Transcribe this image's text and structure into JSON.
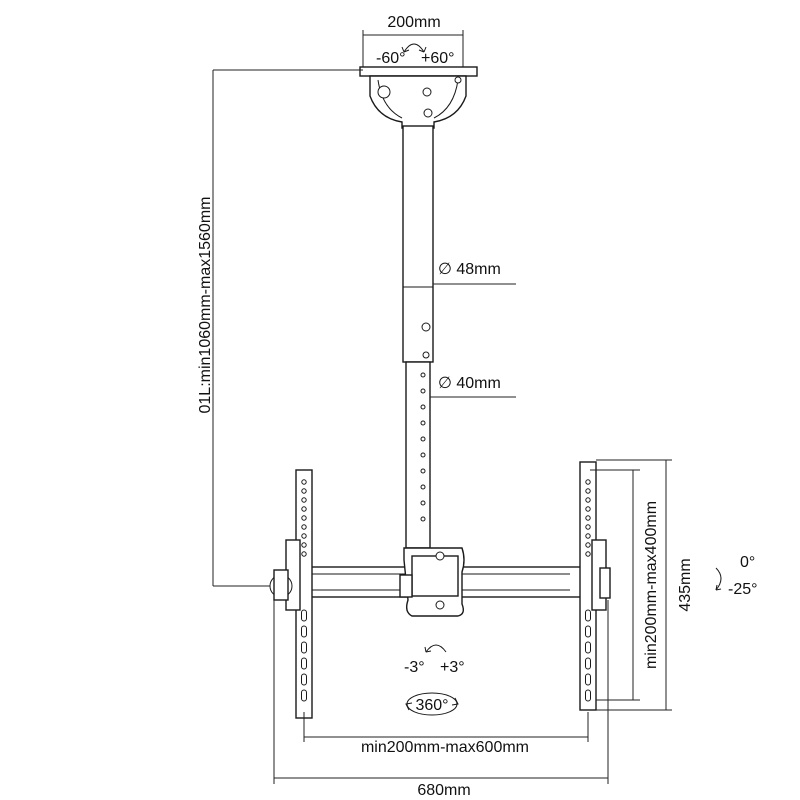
{
  "diagram": {
    "plate_width": "200mm",
    "swivel_left": "-60°",
    "swivel_right": "+60°",
    "pole_length": "01L:min1060mm-max1560mm",
    "upper_tube_diameter": "∅ 48mm",
    "lower_tube_diameter": "∅ 40mm",
    "tilt_top": "0°",
    "tilt_bottom": "-25°",
    "bracket_height": "435mm",
    "vesa_vertical": "min200mm-max400mm",
    "level_left": "-3°",
    "level_right": "+3°",
    "rotation": "360°",
    "vesa_horizontal": "min200mm-max600mm",
    "overall_width": "680mm"
  }
}
